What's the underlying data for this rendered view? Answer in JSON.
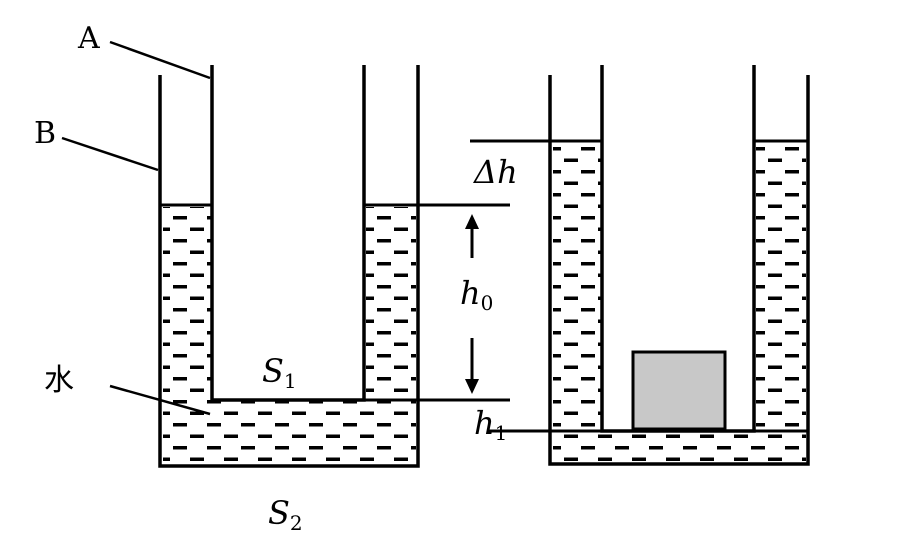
{
  "labels": {
    "inner_cup": "A",
    "outer_cup": "B",
    "water": "水",
    "area_inner": {
      "base": "S",
      "sub": "1"
    },
    "area_outer": {
      "base": "S",
      "sub": "2"
    },
    "height_initial": {
      "base": "h",
      "sub": "0"
    },
    "height_bottom": {
      "base": "h",
      "sub": "1"
    },
    "height_change": "Δh"
  },
  "colors": {
    "line": "#000000",
    "water_dash": "#000000",
    "block_fill": "#c8c8c8"
  },
  "icons": {
    "arrow_up": "arrow-up-icon",
    "arrow_down": "arrow-down-icon"
  }
}
